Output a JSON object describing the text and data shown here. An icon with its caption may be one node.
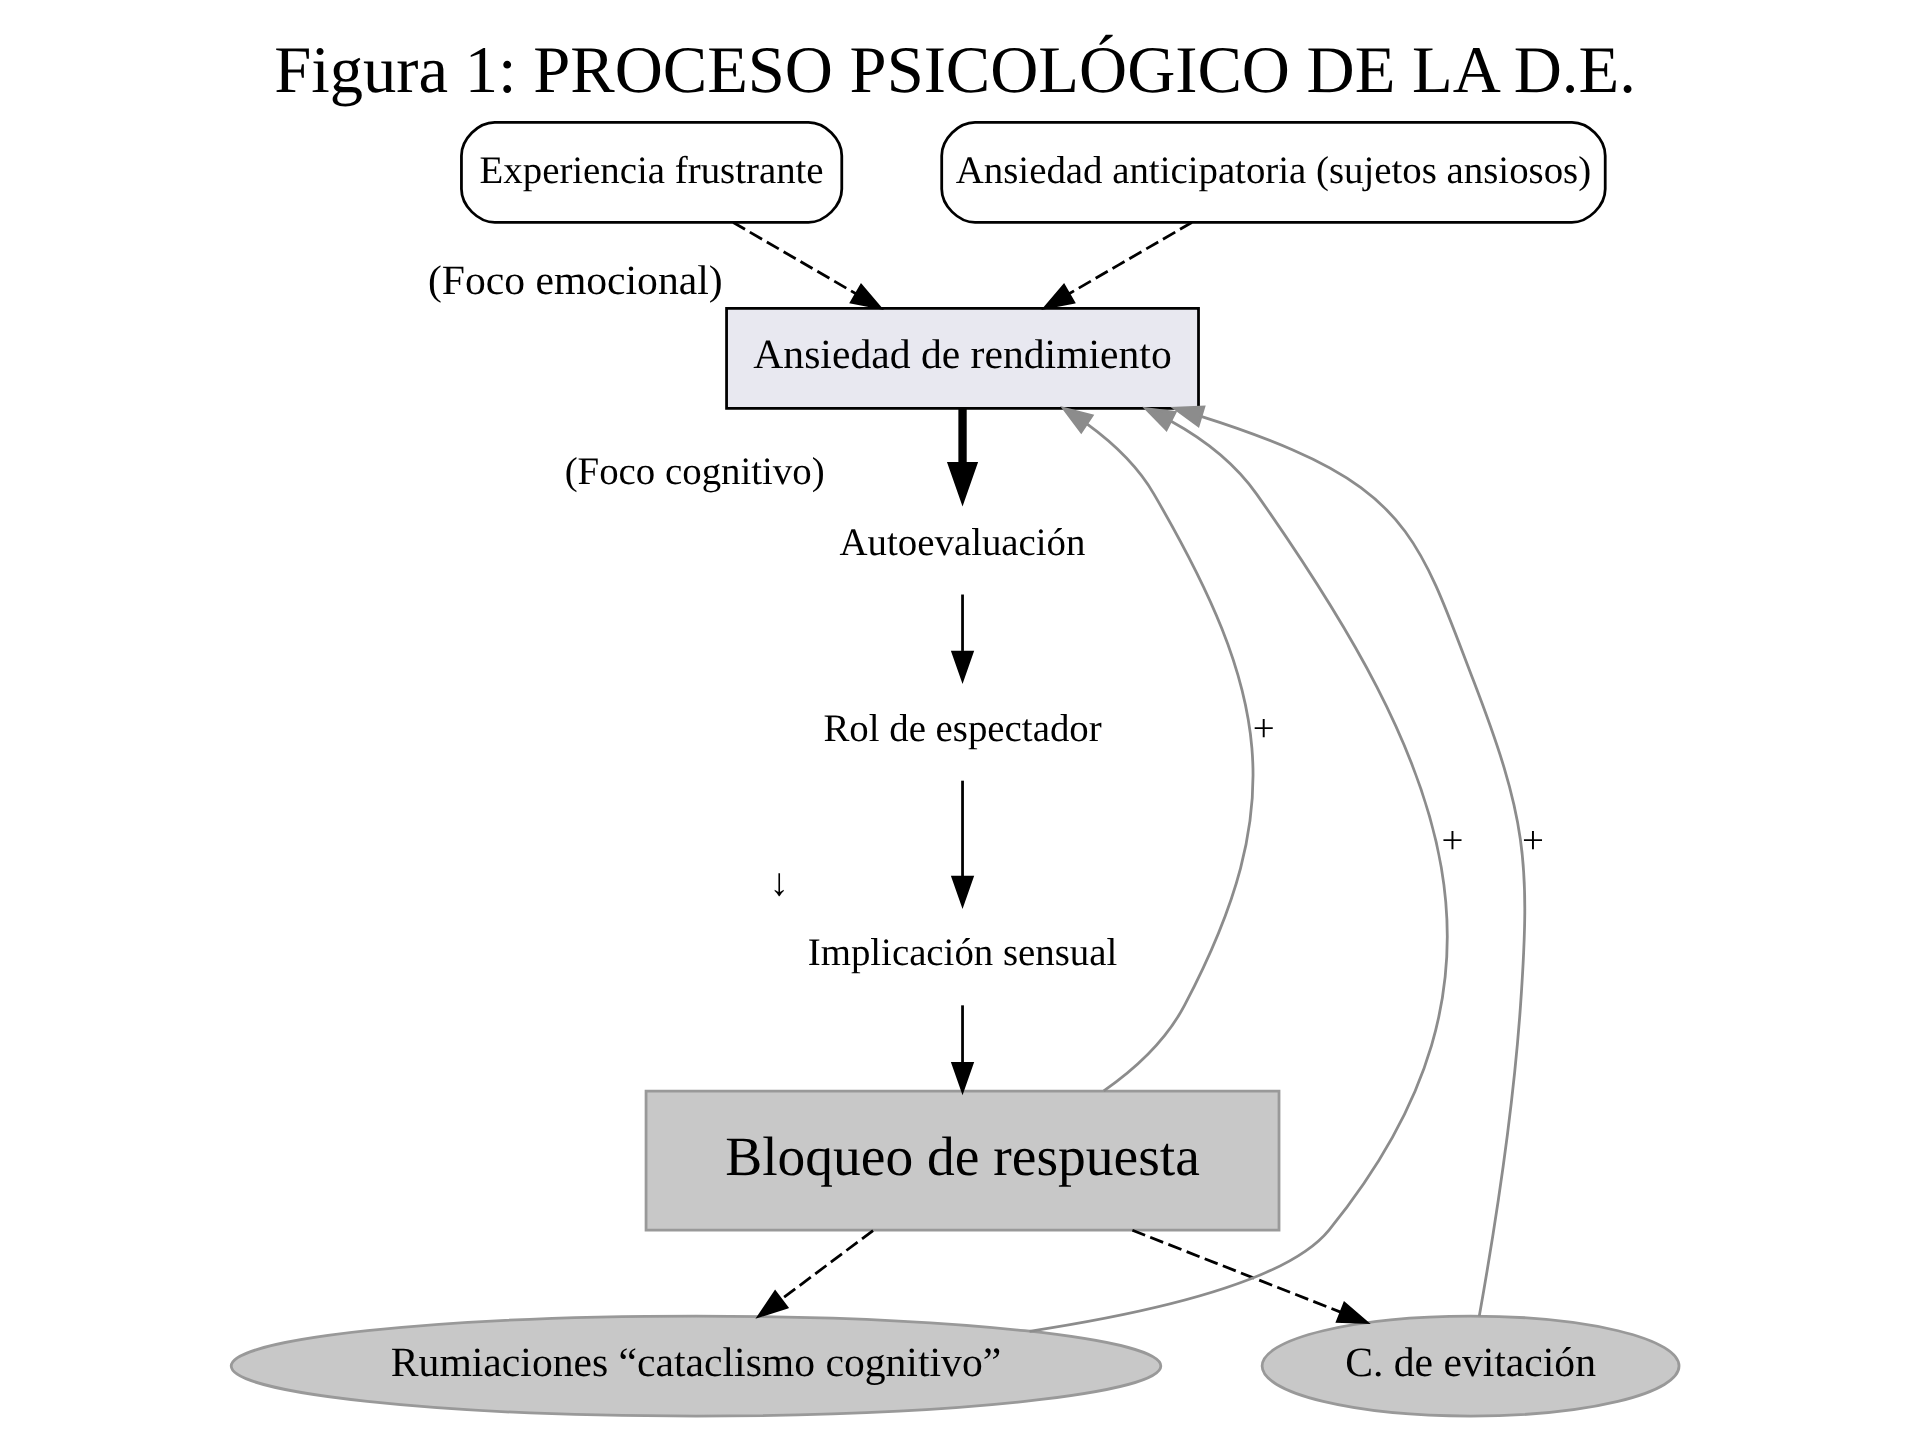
{
  "diagram": {
    "title": "Figura 1: PROCESO PSICOLÓGICO DE LA D.E.",
    "nodes": [
      {
        "text": [
          "Experiencia frustrante"
        ]
      },
      {
        "text": [
          "Ansiedad anticipatoria (sujetos ansiosos)"
        ]
      },
      {
        "text": [
          "Ansiedad de rendimiento"
        ],
        "beside": [
          "(Foco emocional)"
        ]
      },
      {
        "text": [
          "Autoevaluación"
        ],
        "beside": [
          "(Foco cognitivo)"
        ]
      },
      {
        "text": [
          "Rol de espectador"
        ]
      },
      {
        "text": [
          "Implicación sensual"
        ],
        "beside": [
          "↓"
        ]
      },
      {
        "text": [
          "Bloqueo de respuesta"
        ]
      },
      {
        "text": [
          "Rumiaciones “cataclismo cognitivo”"
        ]
      },
      {
        "text": [
          "C. de evitación"
        ]
      }
    ],
    "edges": [
      {
        "from": 0,
        "to": 2,
        "arrow": "to",
        "style": "dashed"
      },
      {
        "from": 1,
        "to": 2,
        "arrow": "to",
        "style": "dashed"
      },
      {
        "from": 2,
        "to": 3,
        "arrow": "to",
        "style": "thick"
      },
      {
        "from": 3,
        "to": 4,
        "arrow": "to"
      },
      {
        "from": 4,
        "to": 5,
        "arrow": "to"
      },
      {
        "from": 5,
        "to": 6,
        "arrow": "to"
      },
      {
        "from": 7,
        "to": 2,
        "arrow": "to",
        "label": "+",
        "color": "#8c8c8c"
      },
      {
        "from": 6,
        "to": 2,
        "arrow": "to",
        "label": "+",
        "color": "#8c8c8c"
      },
      {
        "from": 8,
        "to": 2,
        "arrow": "to",
        "label": "+",
        "color": "#8c8c8c"
      },
      {
        "from": 6,
        "to": 7,
        "arrow": "to",
        "style": "dashed"
      },
      {
        "from": 6,
        "to": 8,
        "arrow": "to",
        "style": "dashed"
      }
    ]
  }
}
